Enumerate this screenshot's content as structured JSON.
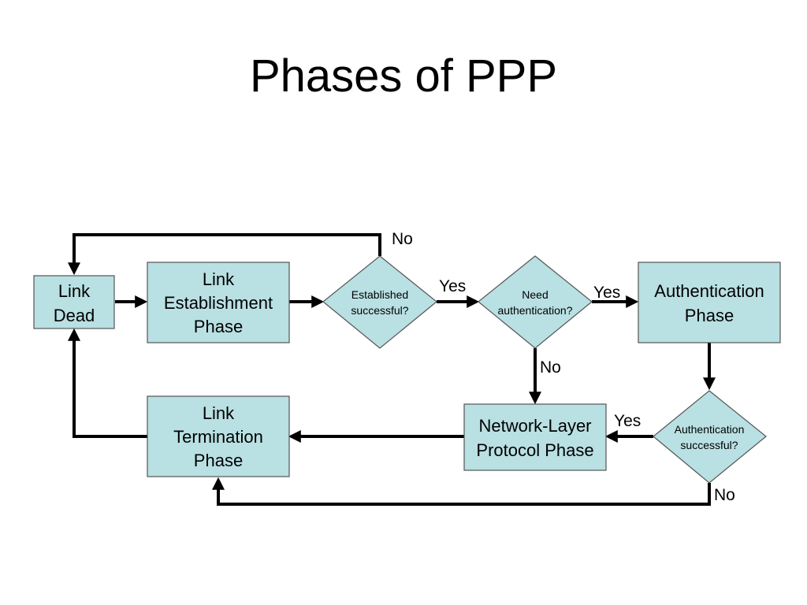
{
  "title": "Phases of PPP",
  "nodes": {
    "link_dead": [
      "Link",
      "Dead"
    ],
    "link_establishment": [
      "Link",
      "Establishment",
      "Phase"
    ],
    "established_successful": [
      "Established",
      "successful?"
    ],
    "need_authentication": [
      "Need",
      "authentication?"
    ],
    "authentication_phase": [
      "Authentication",
      "Phase"
    ],
    "authentication_successful": [
      "Authentication",
      "successful?"
    ],
    "network_layer": [
      "Network-Layer",
      "Protocol Phase"
    ],
    "link_termination": [
      "Link",
      "Termination",
      "Phase"
    ]
  },
  "edges": {
    "established_no": "No",
    "established_yes": "Yes",
    "need_auth_yes": "Yes",
    "need_auth_no": "No",
    "auth_success_yes": "Yes",
    "auth_success_no": "No"
  },
  "colors": {
    "node_fill": "#b9e0e3",
    "node_stroke": "#555555",
    "line": "#000000"
  }
}
